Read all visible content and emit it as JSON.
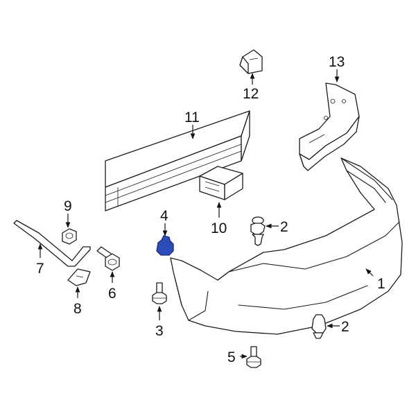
{
  "colors": {
    "line": "#1a1a1a",
    "highlight": "#2a4bb8",
    "highlight_outline": "#1a2f80",
    "background": "#ffffff"
  },
  "callouts": {
    "c1": "1",
    "c2a": "2",
    "c2b": "2",
    "c3": "3",
    "c4": "4",
    "c5": "5",
    "c6": "6",
    "c7": "7",
    "c8": "8",
    "c9": "9",
    "c10": "10",
    "c11": "11",
    "c12": "12",
    "c13": "13"
  },
  "highlighted_part": "4"
}
